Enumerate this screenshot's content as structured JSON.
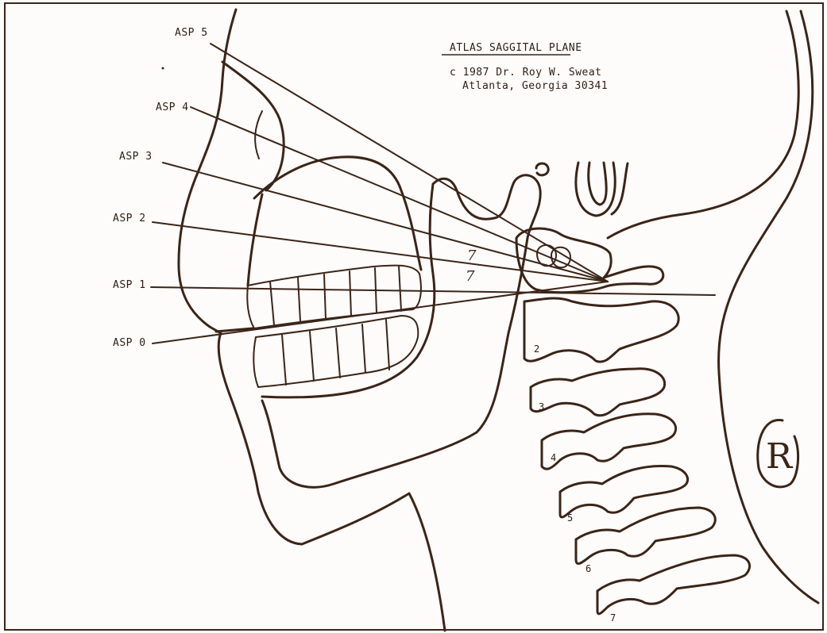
{
  "header": {
    "title": "ATLAS SAGGITAL PLANE",
    "copyright_line": "c 1987 Dr. Roy W. Sweat",
    "location_line": "Atlanta, Georgia 30341"
  },
  "plane_labels": [
    "ASP 5",
    "ASP 4",
    "ASP 3",
    "ASP 2",
    "ASP 1",
    "ASP 0"
  ],
  "vertebra_labels": [
    "2",
    "3",
    "4",
    "5",
    "6",
    "7"
  ],
  "handwritten_marks": [
    "7",
    "7"
  ],
  "ear_mark": "R",
  "colors": {
    "ink": "#3b2418",
    "paper": "#fdfcfa"
  }
}
